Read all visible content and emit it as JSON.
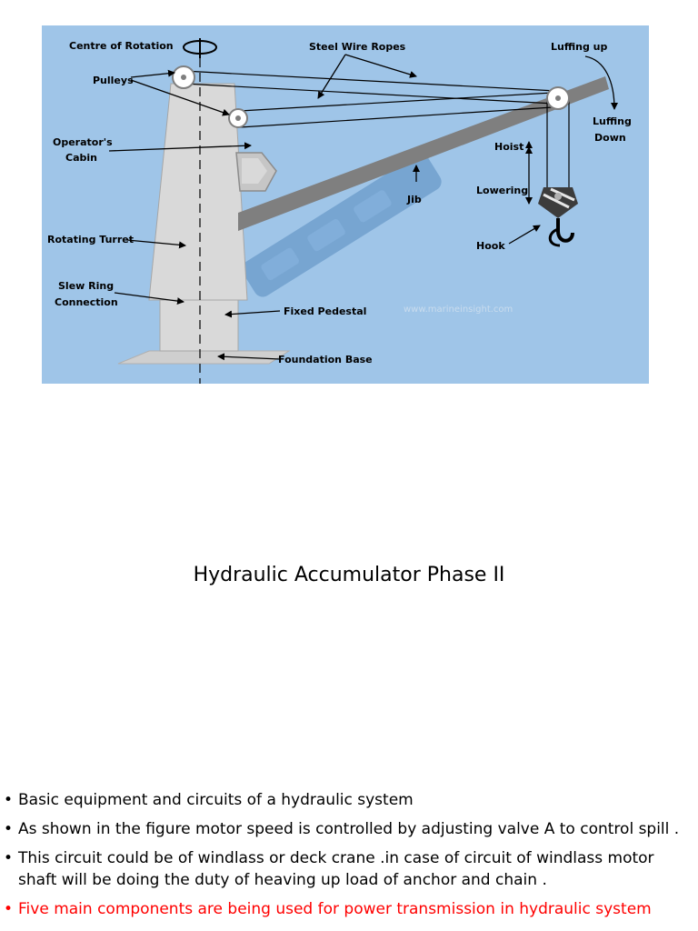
{
  "diagram": {
    "labels": {
      "centre_of_rotation": "Centre of Rotation",
      "steel_wire_ropes": "Steel Wire Ropes",
      "luffing_up": "Luffing up",
      "pulleys": "Pulleys",
      "luffing_down_1": "Luffing",
      "luffing_down_2": "Down",
      "operators_cabin_1": "Operator's",
      "operators_cabin_2": "Cabin",
      "hoist": "Hoist",
      "lowering": "Lowering",
      "jib": "Jib",
      "rotating_turret": "Rotating Turret",
      "hook": "Hook",
      "slew_ring_1": "Slew Ring",
      "slew_ring_2": "Connection",
      "fixed_pedestal": "Fixed Pedestal",
      "foundation_base": "Foundation Base",
      "watermark_url": "www.marineinsight.com"
    },
    "colors": {
      "background": "#9fc5e8",
      "structure": "#d4d4d4",
      "jib": "#7f7f7f"
    }
  },
  "title": "Hydraulic Accumulator Phase II",
  "bullets": [
    "Basic equipment and circuits of a hydraulic system",
    "As shown in the figure motor speed is controlled by adjusting valve A to control spill .",
    "This circuit could be of windlass or deck crane .in case of circuit of windlass motor shaft will be doing the duty of heaving up load of anchor and chain .",
    "Five main components are being used for power transmission in hydraulic system"
  ],
  "bullet_symbol": "•",
  "warning_color": "#ff0000"
}
